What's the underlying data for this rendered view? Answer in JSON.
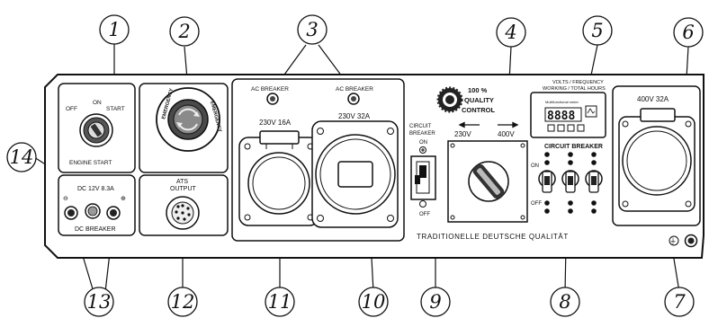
{
  "callouts": [
    "1",
    "2",
    "3",
    "4",
    "5",
    "6",
    "7",
    "8",
    "9",
    "10",
    "11",
    "12",
    "13",
    "14"
  ],
  "engine_start": {
    "off": "OFF",
    "on": "ON",
    "start": "START",
    "title": "ENGINE START"
  },
  "emergency": {
    "left": "EMERGENCY",
    "right": "EMERGENCY"
  },
  "dc": {
    "rating": "DC 12V 8.3A",
    "breaker": "DC BREAKER",
    "plus": "⊕",
    "minus": "⊖"
  },
  "ats": {
    "line1": "ATS",
    "line2": "OUTPUT"
  },
  "ac_breaker_left": "AC BREAKER",
  "ac_breaker_right": "AC BREAKER",
  "socket_16a": "230V 16A",
  "socket_32a": "230V 32A",
  "quality": {
    "line1": "100 %",
    "line2": "QUALITY",
    "line3": "CONTROL"
  },
  "circuit_breaker_small": {
    "title1": "CIRCUIT",
    "title2": "BREAKER",
    "on": "ON",
    "off": "OFF"
  },
  "voltage_select": {
    "left": "230V",
    "right": "400V"
  },
  "meter": {
    "title1": "VOLTS / FREQUENCY",
    "title2": "WORKING / TOTAL HOURS",
    "small": "Multifunctional meter",
    "digits": "8888"
  },
  "circuit_breaker_3p": {
    "title": "CIRCUIT BREAKER",
    "on": "ON",
    "off": "OFF"
  },
  "brand": "TRADITIONELLE DEUTSCHE QUALITÄT",
  "socket_400v": "400V 32A",
  "ground_symbol": "⏚"
}
